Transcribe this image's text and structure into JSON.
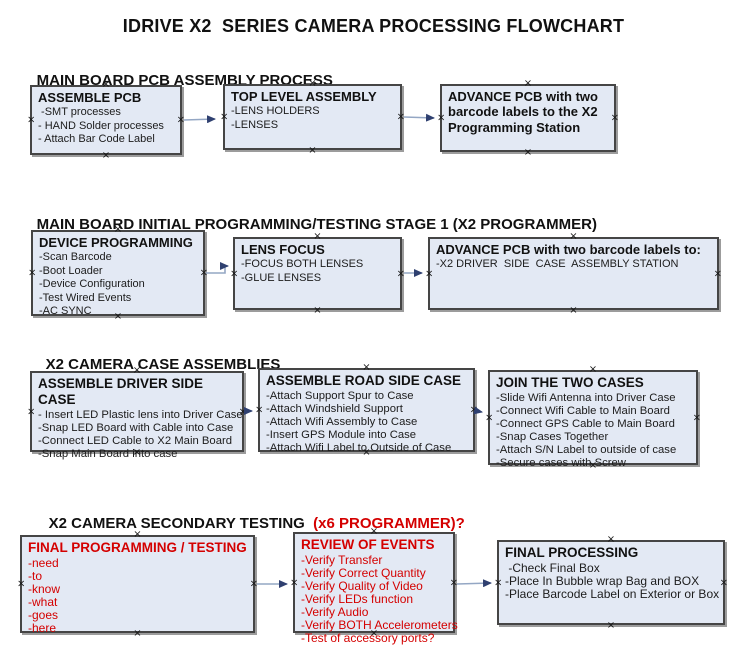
{
  "title": "IDRIVE X2  SERIES CAMERA PROCESSING FLOWCHART",
  "colors": {
    "box_fill": "#e3e9f4",
    "box_border": "#454545",
    "red": "#d40000",
    "arrow_line": "#94a7c4",
    "arrow_head": "#2f4070"
  },
  "icons": {
    "anchor_x": "×"
  },
  "sections": [
    {
      "heading": "MAIN BOARD PCB ASSEMBLY PROCESS",
      "boxes": [
        {
          "title": "ASSEMBLE PCB",
          "lines": [
            " -SMT processes",
            "- HAND Solder processes",
            "- Attach Bar Code Label"
          ]
        },
        {
          "title": "TOP LEVEL ASSEMBLY",
          "lines": [
            "-LENS HOLDERS",
            "-LENSES"
          ]
        },
        {
          "title": "ADVANCE PCB with two barcode labels to the X2 Programming Station",
          "lines": []
        }
      ]
    },
    {
      "heading": "MAIN BOARD INITIAL PROGRAMMING/TESTING STAGE 1 (X2 PROGRAMMER)",
      "boxes": [
        {
          "title": "DEVICE PROGRAMMING",
          "lines": [
            "-Scan Barcode",
            "-Boot Loader",
            "-Device Configuration",
            "-Test Wired Events",
            "-AC SYNC"
          ]
        },
        {
          "title": "LENS FOCUS",
          "lines": [
            "-FOCUS BOTH LENSES",
            "-GLUE LENSES"
          ]
        },
        {
          "title": "ADVANCE PCB with two barcode labels to:",
          "lines": [
            "-X2 DRIVER  SIDE  CASE  ASSEMBLY STATION"
          ]
        }
      ]
    },
    {
      "heading": "X2 CAMERA CASE ASSEMBLIES",
      "boxes": [
        {
          "title": "ASSEMBLE DRIVER SIDE CASE",
          "lines": [
            "- Insert LED Plastic lens into Driver Case",
            "-Snap LED Board with Cable into Case",
            "-Connect LED Cable to X2 Main Board",
            "-Snap Main Board into case"
          ]
        },
        {
          "title": "ASSEMBLE ROAD SIDE CASE",
          "lines": [
            "-Attach Support Spur to Case",
            "-Attach Windshield Support",
            "-Attach Wifi Assembly to Case",
            "-Insert GPS Module into Case",
            "-Attach Wifi Label to Outside of Case"
          ]
        },
        {
          "title": "JOIN THE TWO CASES",
          "lines": [
            "-Slide Wifi Antenna into Driver Case",
            "-Connect Wifi Cable to Main Board",
            "-Connect GPS Cable to Main Board",
            "-Snap Cases Together",
            "-Attach S/N Label to outside of case",
            "-Secure cases with Screw"
          ]
        }
      ]
    },
    {
      "heading": "X2 CAMERA SECONDARY TESTING ",
      "heading_red": " (x6 PROGRAMMER)?",
      "boxes": [
        {
          "title": "FINAL PROGRAMMING / TESTING",
          "lines": [
            "-need",
            "-to",
            "-know",
            "-what",
            "-goes",
            "-here"
          ]
        },
        {
          "title": "REVIEW OF EVENTS",
          "lines": [
            "-Verify Transfer",
            "-Verify Correct Quantity",
            "-Verify Quality of Video",
            "-Verify LEDs function",
            "-Verify Audio",
            "-Verify BOTH Accelerometers",
            "-Test of accessory ports?"
          ]
        },
        {
          "title": "FINAL PROCESSING",
          "lines": [
            " -Check Final Box",
            "-Place In Bubble wrap Bag and BOX",
            "-Place Barcode Label on Exterior or Box"
          ]
        }
      ]
    }
  ]
}
